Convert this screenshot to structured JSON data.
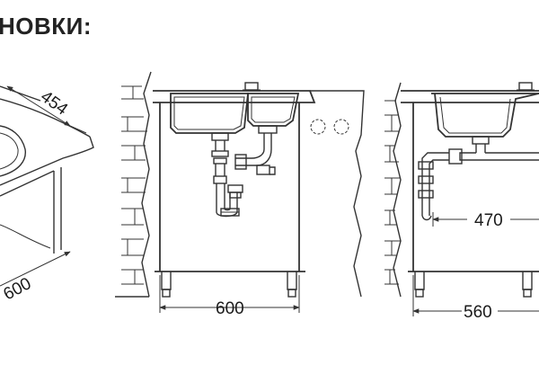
{
  "title": "НОВКИ:",
  "dimensions": {
    "left_depth": "454",
    "left_width": "600",
    "cabinet_width": "600",
    "drain_offset": "470",
    "right_cabinet_width": "560"
  }
}
